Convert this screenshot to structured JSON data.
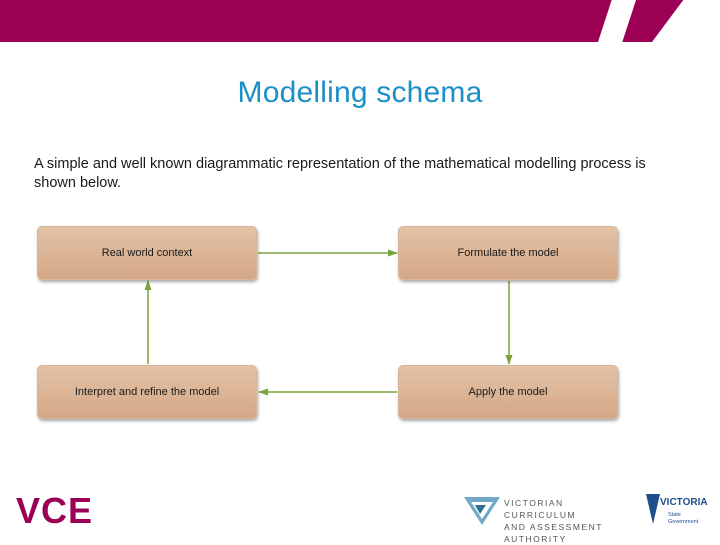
{
  "slide": {
    "title": "Modelling schema",
    "intro": "A simple and well known diagrammatic representation of the mathematical modelling process is shown below."
  },
  "diagram": {
    "nodes": [
      "Real world context",
      "Formulate the model",
      "Apply the model",
      "Interpret and refine the model"
    ],
    "edges": [
      {
        "from": "Real world context",
        "to": "Formulate the model"
      },
      {
        "from": "Formulate the model",
        "to": "Apply the model"
      },
      {
        "from": "Apply the model",
        "to": "Interpret and refine the model"
      },
      {
        "from": "Interpret and refine the model",
        "to": "Real world context"
      }
    ],
    "arrow_color": "#7aa33a",
    "box_color": "#dbb395"
  },
  "footer": {
    "vce_logo": "VCE",
    "vcaa_logo": "VICTORIAN CURRICULUM\nAND ASSESSMENT AUTHORITY",
    "victoria_logo": "VICTORIA State Government"
  },
  "colors": {
    "brand": "#9b0055",
    "title": "#1c8fc9"
  }
}
